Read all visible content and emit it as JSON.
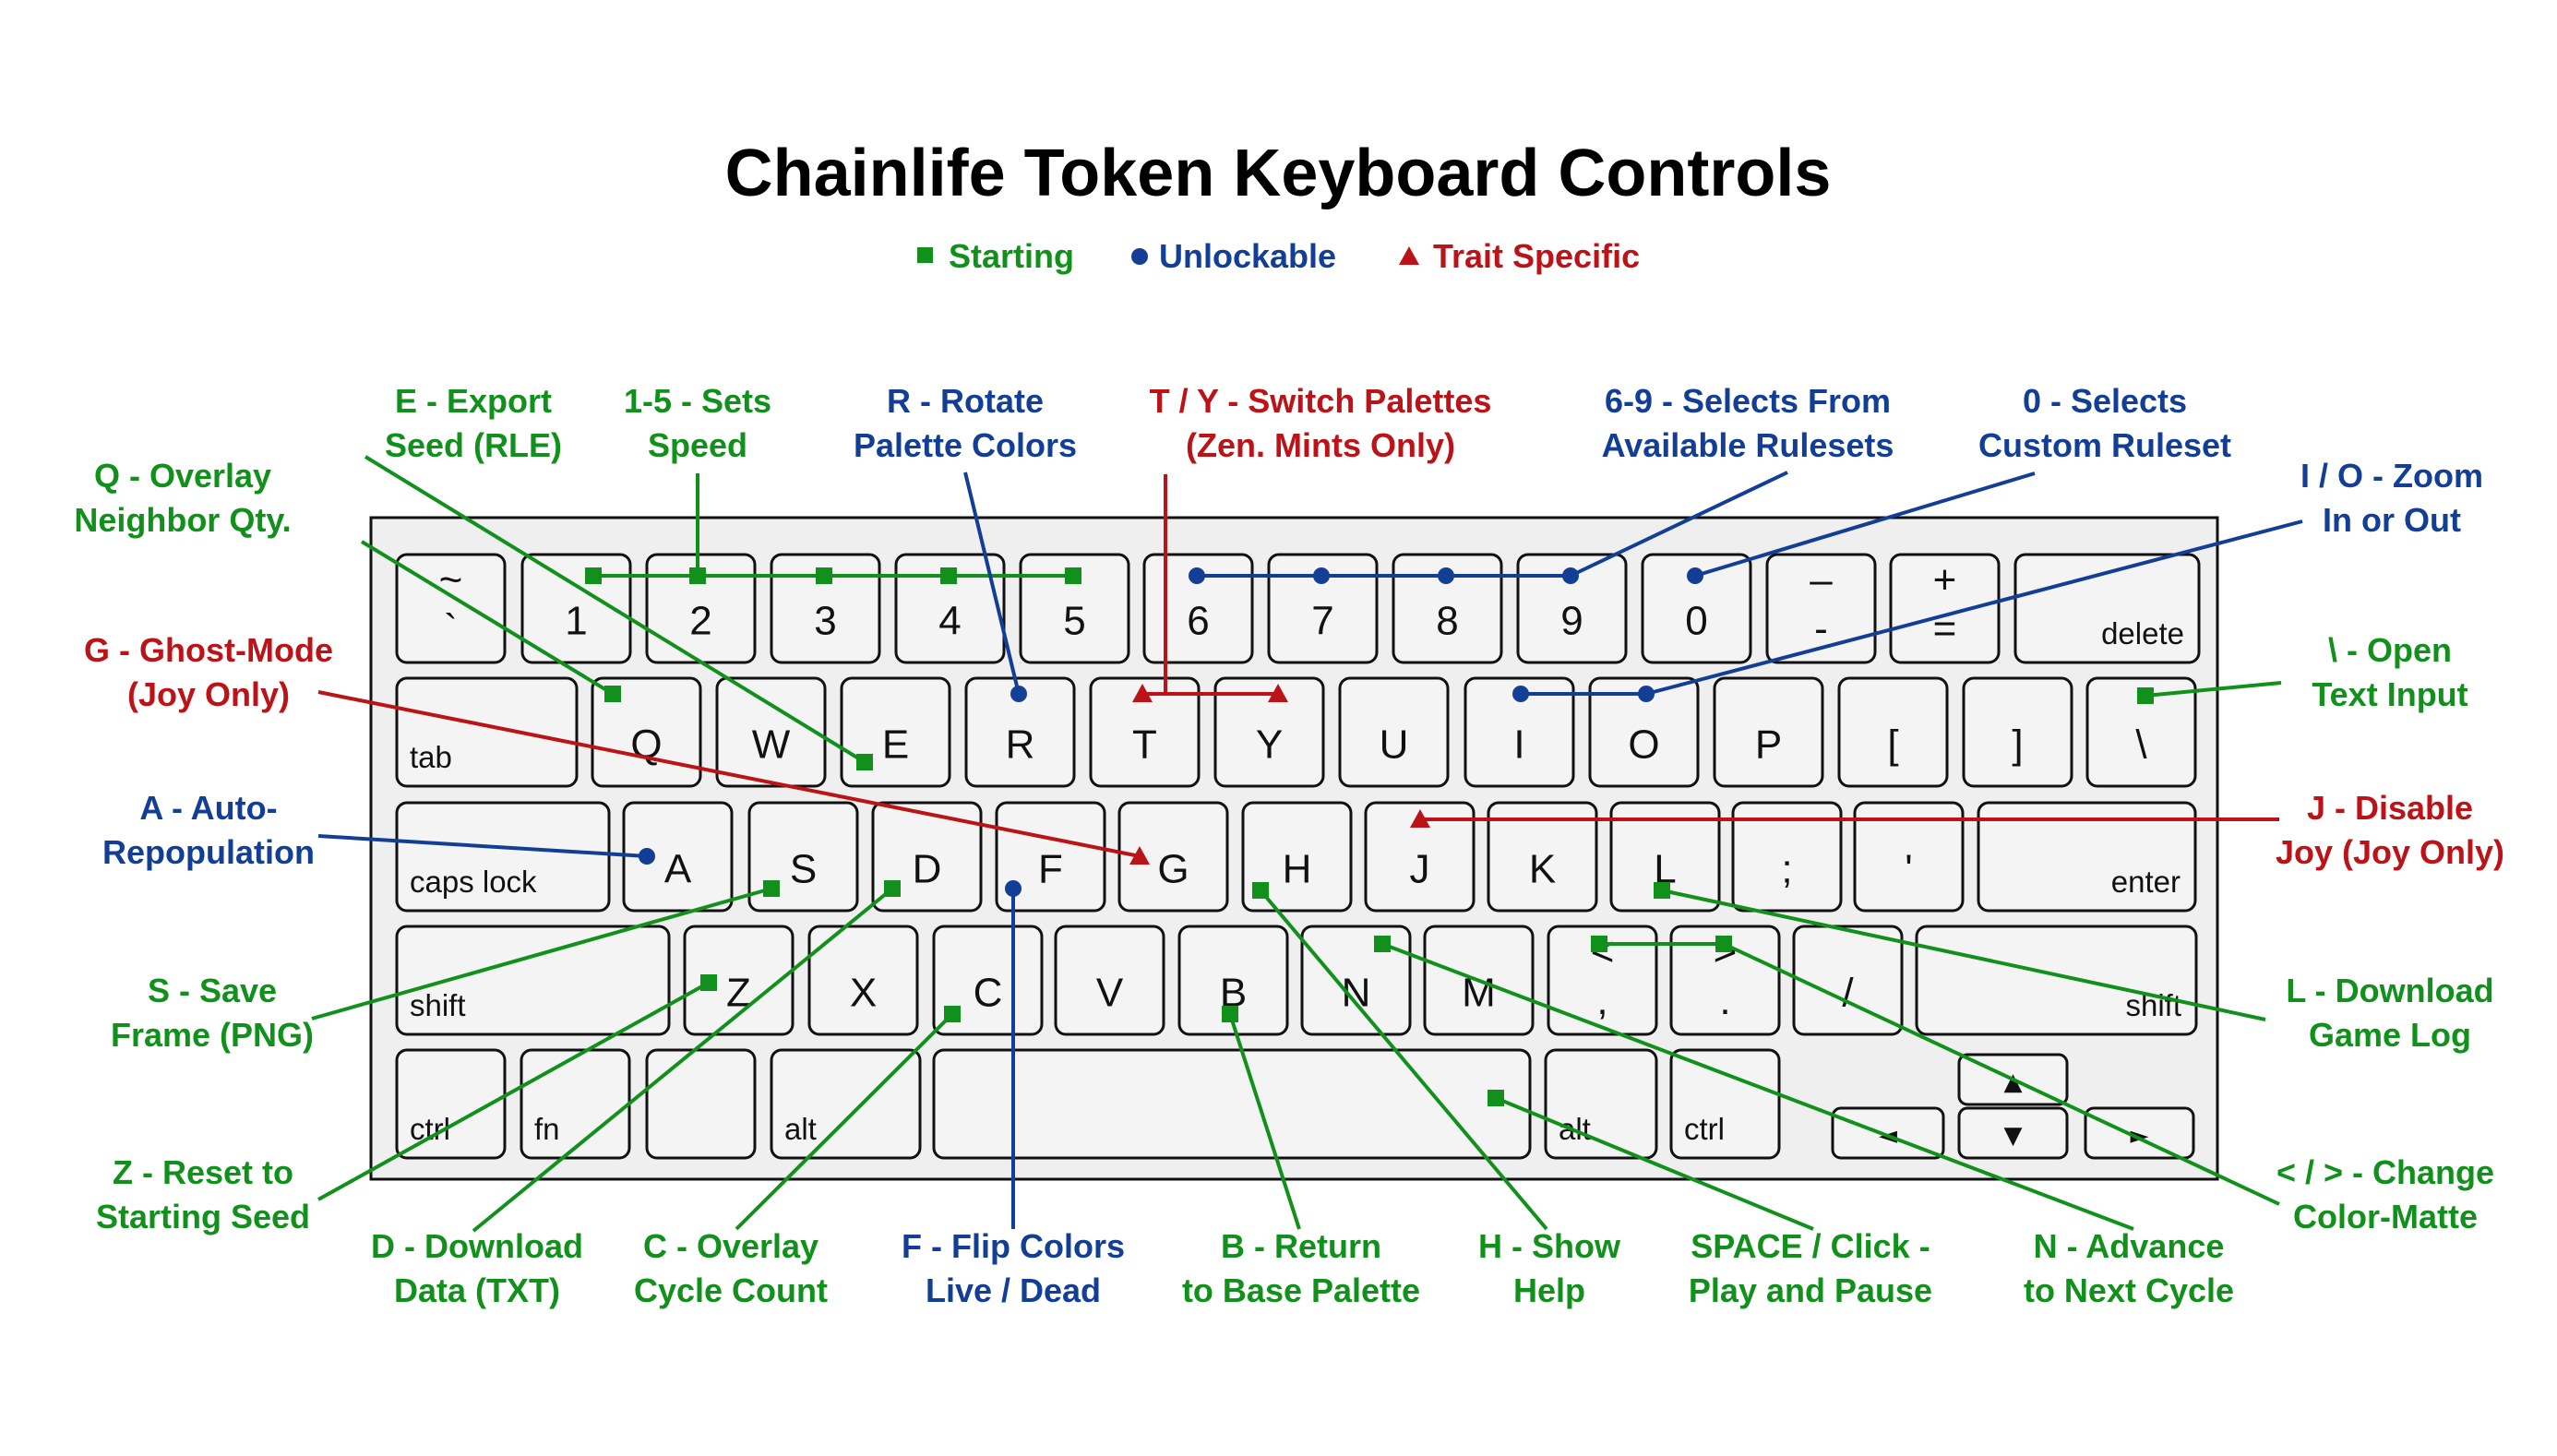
{
  "title": "Chainlife Token Keyboard Controls",
  "colors": {
    "starting": "#11911c",
    "unlockable": "#123f95",
    "trait": "#bb1318",
    "key_fill": "#f4f4f4",
    "key_stroke": "#111111",
    "board_fill": "#efefef"
  },
  "legend": {
    "starting": "Starting",
    "unlockable": "Unlockable",
    "trait": "Trait Specific"
  },
  "keyboard": {
    "row1": [
      {
        "top": "~",
        "bottom": "`"
      },
      {
        "main": "1"
      },
      {
        "main": "2"
      },
      {
        "main": "3"
      },
      {
        "main": "4"
      },
      {
        "main": "5"
      },
      {
        "main": "6"
      },
      {
        "main": "7"
      },
      {
        "main": "8"
      },
      {
        "main": "9"
      },
      {
        "main": "0"
      },
      {
        "top": "–",
        "bottom": "-"
      },
      {
        "top": "+",
        "bottom": "="
      },
      {
        "small": "delete"
      }
    ],
    "row2": [
      {
        "small": "tab"
      },
      {
        "main": "Q"
      },
      {
        "main": "W"
      },
      {
        "main": "E"
      },
      {
        "main": "R"
      },
      {
        "main": "T"
      },
      {
        "main": "Y"
      },
      {
        "main": "U"
      },
      {
        "main": "I"
      },
      {
        "main": "O"
      },
      {
        "main": "P"
      },
      {
        "main": "["
      },
      {
        "main": "]"
      },
      {
        "main": "\\"
      }
    ],
    "row3": [
      {
        "small": "caps lock"
      },
      {
        "main": "A"
      },
      {
        "main": "S"
      },
      {
        "main": "D"
      },
      {
        "main": "F"
      },
      {
        "main": "G"
      },
      {
        "main": "H"
      },
      {
        "main": "J"
      },
      {
        "main": "K"
      },
      {
        "main": "L"
      },
      {
        "main": ";"
      },
      {
        "main": "'"
      },
      {
        "small": "enter"
      }
    ],
    "row4": [
      {
        "small": "shift"
      },
      {
        "main": "Z"
      },
      {
        "main": "X"
      },
      {
        "main": "C"
      },
      {
        "main": "V"
      },
      {
        "main": "B"
      },
      {
        "main": "N"
      },
      {
        "main": "M"
      },
      {
        "top": "<",
        "bottom": ","
      },
      {
        "top": ">",
        "bottom": "."
      },
      {
        "main": "/"
      },
      {
        "small": "shift"
      }
    ],
    "row5": [
      {
        "small": "ctrl"
      },
      {
        "small": "fn"
      },
      {
        "small": ""
      },
      {
        "small": "alt"
      },
      {
        "small": ""
      },
      {
        "small": "alt"
      },
      {
        "small": "ctrl"
      }
    ],
    "arrows": {
      "up": "▲",
      "down": "▼",
      "left": "◄",
      "right": "►"
    }
  },
  "callouts": [
    {
      "id": "e",
      "lines": [
        "E - Export",
        "Seed (RLE)"
      ],
      "category": "starting"
    },
    {
      "id": "sets",
      "lines": [
        "1-5 - Sets",
        "Speed"
      ],
      "category": "starting"
    },
    {
      "id": "r",
      "lines": [
        "R - Rotate",
        "Palette Colors"
      ],
      "category": "unlockable"
    },
    {
      "id": "ty",
      "lines": [
        "T / Y - Switch Palettes",
        "(Zen. Mints Only)"
      ],
      "category": "trait"
    },
    {
      "id": "sel69",
      "lines": [
        "6-9 - Selects From",
        "Available Rulesets"
      ],
      "category": "unlockable"
    },
    {
      "id": "sel0",
      "lines": [
        "0 - Selects",
        "Custom Ruleset"
      ],
      "category": "unlockable"
    },
    {
      "id": "q",
      "lines": [
        "Q - Overlay",
        "Neighbor Qty."
      ],
      "category": "starting"
    },
    {
      "id": "io",
      "lines": [
        "I / O - Zoom",
        "In or Out"
      ],
      "category": "unlockable"
    },
    {
      "id": "g",
      "lines": [
        "G - Ghost-Mode",
        "(Joy Only)"
      ],
      "category": "trait"
    },
    {
      "id": "bs",
      "lines": [
        "\\ - Open",
        "Text Input"
      ],
      "category": "starting"
    },
    {
      "id": "a",
      "lines": [
        "A - Auto-",
        "Repopulation"
      ],
      "category": "unlockable"
    },
    {
      "id": "j",
      "lines": [
        "J - Disable",
        "Joy (Joy Only)"
      ],
      "category": "trait"
    },
    {
      "id": "s",
      "lines": [
        "S - Save",
        "Frame (PNG)"
      ],
      "category": "starting"
    },
    {
      "id": "l",
      "lines": [
        "L - Download",
        "Game Log"
      ],
      "category": "starting"
    },
    {
      "id": "z",
      "lines": [
        "Z - Reset to",
        "Starting Seed"
      ],
      "category": "starting"
    },
    {
      "id": "lt",
      "lines": [
        "< / > - Change",
        "Color-Matte"
      ],
      "category": "starting"
    },
    {
      "id": "d",
      "lines": [
        "D - Download",
        "Data (TXT)"
      ],
      "category": "starting"
    },
    {
      "id": "c",
      "lines": [
        "C - Overlay",
        "Cycle Count"
      ],
      "category": "starting"
    },
    {
      "id": "f",
      "lines": [
        "F - Flip Colors",
        "Live / Dead"
      ],
      "category": "unlockable"
    },
    {
      "id": "b",
      "lines": [
        "B - Return",
        "to Base Palette"
      ],
      "category": "starting"
    },
    {
      "id": "h",
      "lines": [
        "H - Show",
        "Help"
      ],
      "category": "starting"
    },
    {
      "id": "space",
      "lines": [
        "SPACE / Click -",
        "Play and Pause"
      ],
      "category": "starting"
    },
    {
      "id": "n",
      "lines": [
        "N - Advance",
        "to Next Cycle"
      ],
      "category": "starting"
    }
  ]
}
